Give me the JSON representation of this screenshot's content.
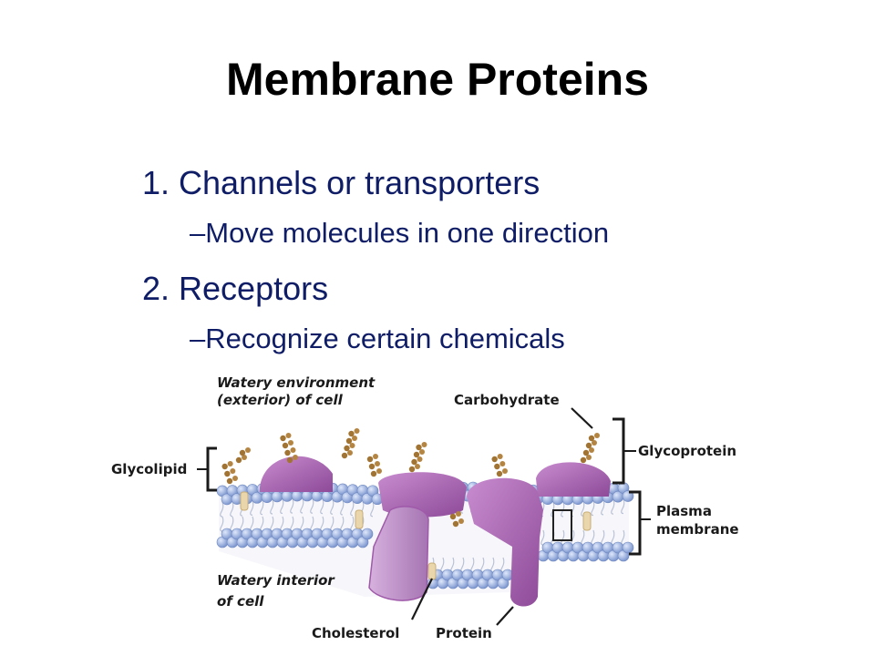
{
  "slide": {
    "title": "Membrane Proteins",
    "bullets": [
      {
        "text": "1. Channels or transporters",
        "sub": "–Move molecules in one direction"
      },
      {
        "text": "2. Receptors",
        "sub": "–Recognize certain chemicals"
      }
    ]
  },
  "figure": {
    "labels": {
      "watery_env_line1": "Watery environment",
      "watery_env_line2": "(exterior) of cell",
      "carbohydrate": "Carbohydrate",
      "glycolipid": "Glycolipid",
      "glycoprotein": "Glycoprotein",
      "plasma_line1": "Plasma",
      "plasma_line2": "membrane",
      "watery_interior_line1": "Watery interior",
      "watery_interior_line2": "of cell",
      "cholesterol": "Cholesterol",
      "protein": "Protein"
    },
    "colors": {
      "lipid_head": "#8ea7d8",
      "protein": "#b06ab6",
      "carbohydrate": "#a27434",
      "cholesterol": "#e9d6ad"
    }
  }
}
